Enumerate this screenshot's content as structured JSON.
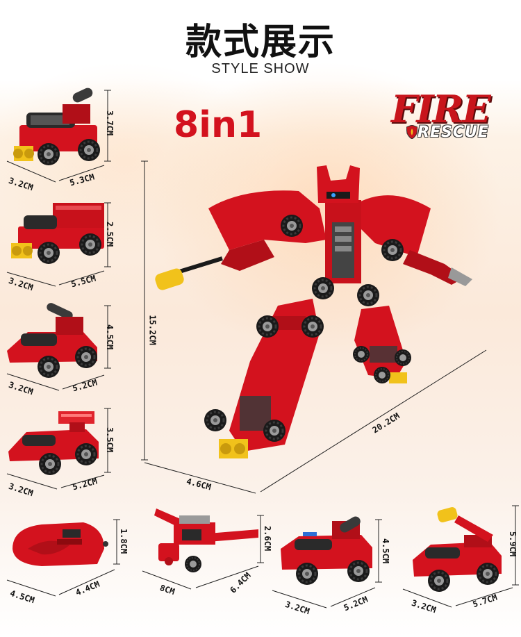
{
  "header": {
    "title_cn": "款式展示",
    "title_en": "STYLE SHOW"
  },
  "badge": {
    "text": "8in1"
  },
  "logo": {
    "line1": "FIRE",
    "line2": "RESCUE"
  },
  "colors": {
    "brick_red": "#d3121e",
    "dark_red": "#8c0a0f",
    "tire": "#1a1a1a",
    "yellow": "#f1c21b",
    "logo_red": "#c8151c"
  },
  "dimensions": {
    "v1": {
      "h": "3.7CM",
      "w": "3.2CM",
      "l": "5.3CM"
    },
    "v2": {
      "h": "2.5CM",
      "w": "3.2CM",
      "l": "5.5CM"
    },
    "v3": {
      "h": "4.5CM",
      "w": "3.2CM",
      "l": "5.2CM"
    },
    "v4": {
      "h": "3.5CM",
      "w": "3.2CM",
      "l": "5.2CM"
    },
    "robot": {
      "h": "15.2CM",
      "w": "4.6CM",
      "l": "20.2CM"
    },
    "b1": {
      "h": "1.8CM",
      "w": "4.5CM",
      "l": "4.4CM"
    },
    "b2": {
      "h": "2.6CM",
      "w": "8CM",
      "l": "6.4CM"
    },
    "b3": {
      "h": "4.5CM",
      "w": "3.2CM",
      "l": "5.2CM"
    },
    "b4": {
      "h": "5.9CM",
      "w": "3.2CM",
      "l": "5.7CM"
    }
  }
}
